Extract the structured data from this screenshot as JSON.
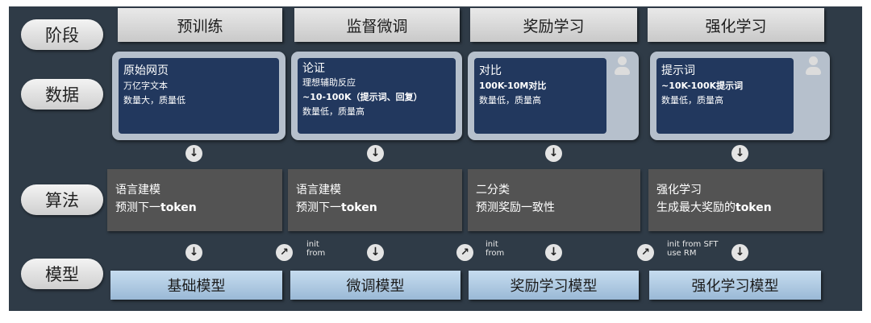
{
  "rows": {
    "stage": "阶段",
    "data": "数据",
    "algorithm": "算法",
    "model": "模型"
  },
  "stages": [
    {
      "name": "预训练",
      "data_title": "原始网页",
      "data_line2": "万亿字文本",
      "data_line3": "数量大，质量低",
      "algo_line1": "语言建模",
      "algo_line2_prefix": "预测下一",
      "algo_line2_bold": "token",
      "model": "基础模型"
    },
    {
      "name": "监督微调",
      "data_title": "论证",
      "data_line2": "理想辅助反应",
      "data_line3": "~10-100K（提示词、回复）",
      "data_line4": "数量低，质量高",
      "algo_line1": "语言建模",
      "algo_line2_prefix": "预测下一",
      "algo_line2_bold": "token",
      "model": "微调模型",
      "init_label_1": "init",
      "init_label_2": "from"
    },
    {
      "name": "奖励学习",
      "data_title": "对比",
      "data_line2": "100K-10M对比",
      "data_line3": "数量低，质量高",
      "algo_line1": "二分类",
      "algo_line2_prefix": "预测奖励一致性",
      "algo_line2_bold": "",
      "model": "奖励学习模型",
      "init_label_1": "init",
      "init_label_2": "from"
    },
    {
      "name": "强化学习",
      "data_title": "提示词",
      "data_line2": "~10K-100K提示词",
      "data_line3": "数量低，质量高",
      "algo_line1": "强化学习",
      "algo_line2_prefix": "生成最大奖励的",
      "algo_line2_bold": "token",
      "model": "强化学习模型",
      "init_label_1": "init from SFT",
      "init_label_2": "use RM"
    }
  ],
  "icons": {
    "down_arrow": "arrow-down-icon",
    "diag_arrow": "arrow-up-right-icon",
    "person": "person-icon"
  },
  "colors": {
    "panel": "#2f3b47",
    "data_box": "#22385e",
    "algo_box": "#535353",
    "model_box": "#a9c6e1",
    "stage_box": "#d8d8d8"
  }
}
